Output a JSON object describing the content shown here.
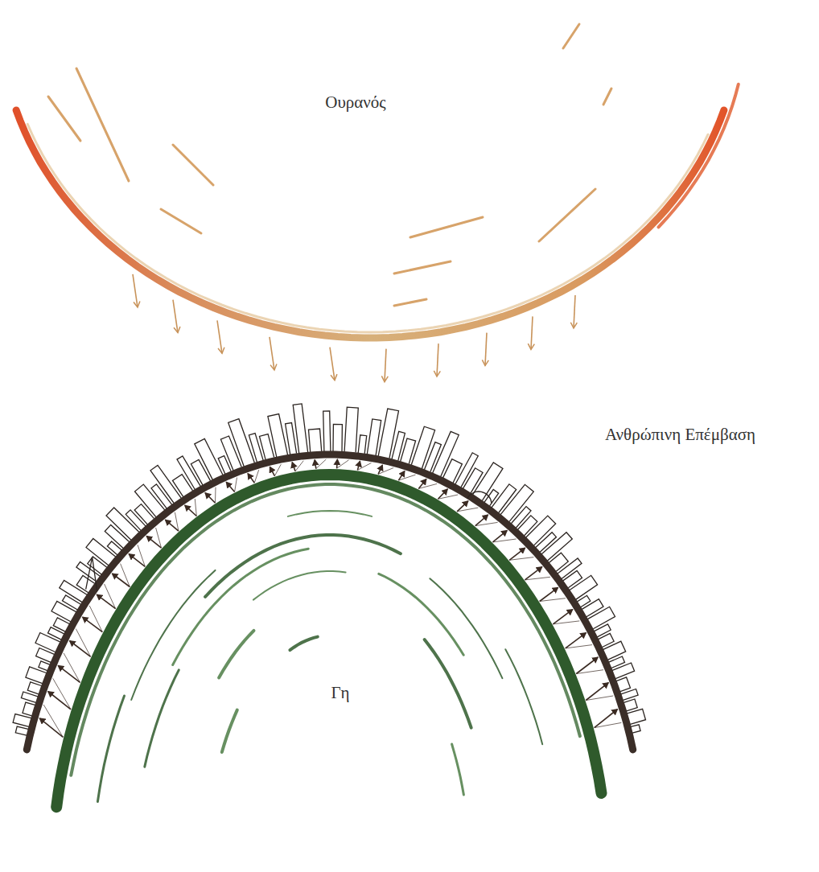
{
  "diagram": {
    "labels": [
      "Ουρανός",
      "Ανθρώπινη Επέμβαση",
      "Γη"
    ]
  }
}
